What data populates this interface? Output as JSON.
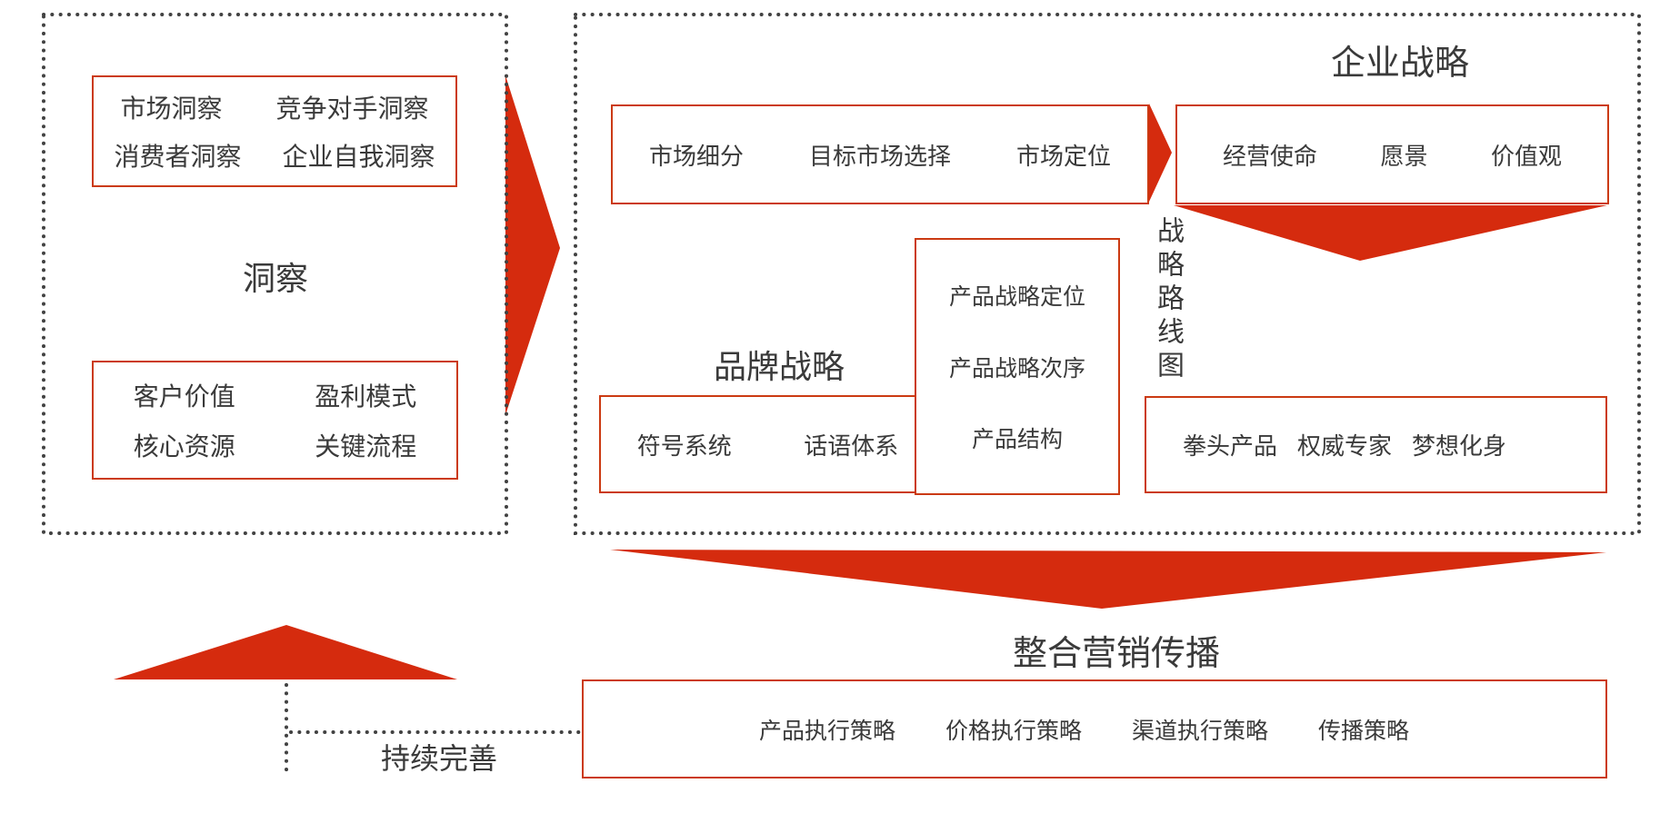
{
  "colors": {
    "accent_red": "#d52b0e",
    "box_border_red": "#cb3a12",
    "dotted_border": "#424242",
    "text": "#3a3a3a"
  },
  "insight": {
    "title": "洞察",
    "analysis_box": {
      "row1": [
        "市场洞察",
        "竞争对手洞察"
      ],
      "row2": [
        "消费者洞察",
        "企业自我洞察"
      ]
    },
    "model_box": {
      "row1": [
        "客户价值",
        "盈利模式"
      ],
      "row2": [
        "核心资源",
        "关键流程"
      ]
    }
  },
  "corporate": {
    "title": "企业战略",
    "stp_box": [
      "市场细分",
      "目标市场选择",
      "市场定位"
    ],
    "mission_box": [
      "经营使命",
      "愿景",
      "价值观"
    ],
    "brand_title": "品牌战略",
    "product_box": [
      "产品战略定位",
      "产品战略次序",
      "产品结构"
    ],
    "roadmap_label": "战略路线图",
    "symbol_box": [
      "符号系统",
      "话语体系"
    ],
    "flagship_box": [
      "拳头产品",
      "权威专家",
      "梦想化身"
    ]
  },
  "imc": {
    "title": "整合营销传播",
    "box": [
      "产品执行策略",
      "价格执行策略",
      "渠道执行策略",
      "传播策略"
    ]
  },
  "loop": {
    "label": "持续完善"
  }
}
